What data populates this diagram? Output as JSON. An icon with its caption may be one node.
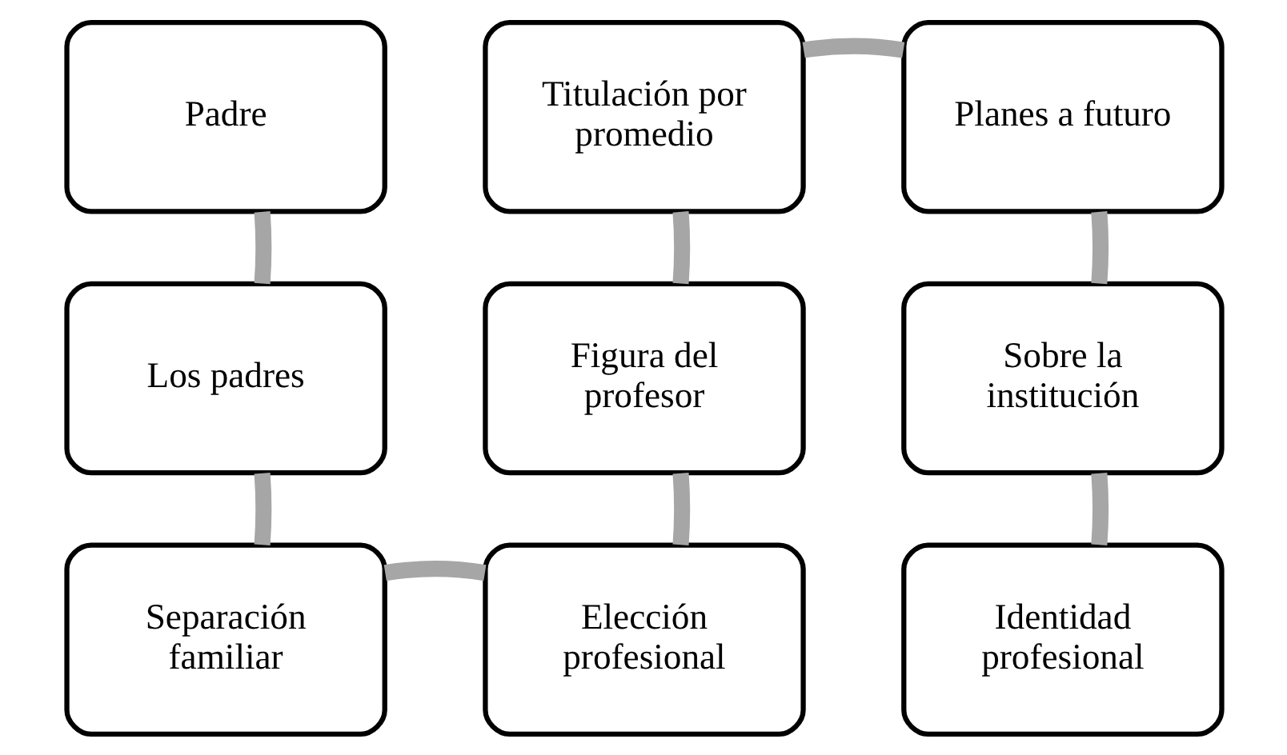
{
  "diagram": {
    "nodes": [
      {
        "text": [
          "Padre"
        ]
      },
      {
        "text": [
          "Los padres"
        ]
      },
      {
        "text": [
          "Separación familiar"
        ]
      },
      {
        "text": [
          "Elección profesional"
        ]
      },
      {
        "text": [
          "Figura del profesor"
        ]
      },
      {
        "text": [
          "Titulación por promedio"
        ]
      },
      {
        "text": [
          "Planes a futuro"
        ]
      },
      {
        "text": [
          "Sobre la institución"
        ]
      },
      {
        "text": [
          "Identidad profesional"
        ]
      }
    ],
    "edges": [
      {
        "from": 0,
        "to": 1,
        "arrow": "none"
      },
      {
        "from": 1,
        "to": 2,
        "arrow": "none"
      },
      {
        "from": 2,
        "to": 3,
        "arrow": "none"
      },
      {
        "from": 3,
        "to": 4,
        "arrow": "none"
      },
      {
        "from": 4,
        "to": 5,
        "arrow": "none"
      },
      {
        "from": 5,
        "to": 6,
        "arrow": "none"
      },
      {
        "from": 6,
        "to": 7,
        "arrow": "none"
      },
      {
        "from": 7,
        "to": 8,
        "arrow": "none"
      }
    ]
  }
}
